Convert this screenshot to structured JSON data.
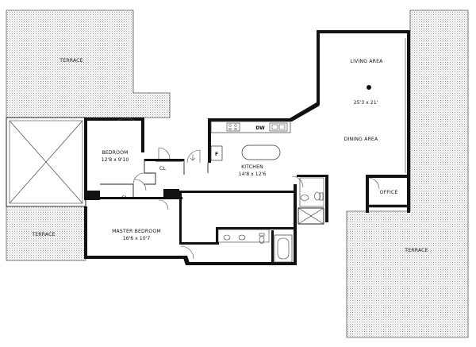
{
  "plan": {
    "terraces": {
      "top_left": "TERRACE",
      "left": "TERRACE",
      "right": "TERRACE"
    },
    "rooms": {
      "living_area": {
        "name": "LIVING AREA",
        "dims": "25'3 x 21'"
      },
      "dining_area": {
        "name": "DINING AREA"
      },
      "kitchen": {
        "name": "KITCHEN",
        "dims": "14'8 x 12'6"
      },
      "bedroom": {
        "name": "BEDROOM",
        "dims": "12'8 x 9'10"
      },
      "master_bedroom": {
        "name": "MASTER BEDROOM",
        "dims": "16'6 x 10'7"
      },
      "office": {
        "name": "OFFICE"
      },
      "closet_1": {
        "name": "CL"
      },
      "closet_2": {
        "name": "CL"
      }
    },
    "fixtures": {
      "dishwasher": "DW",
      "fridge": "F"
    }
  }
}
